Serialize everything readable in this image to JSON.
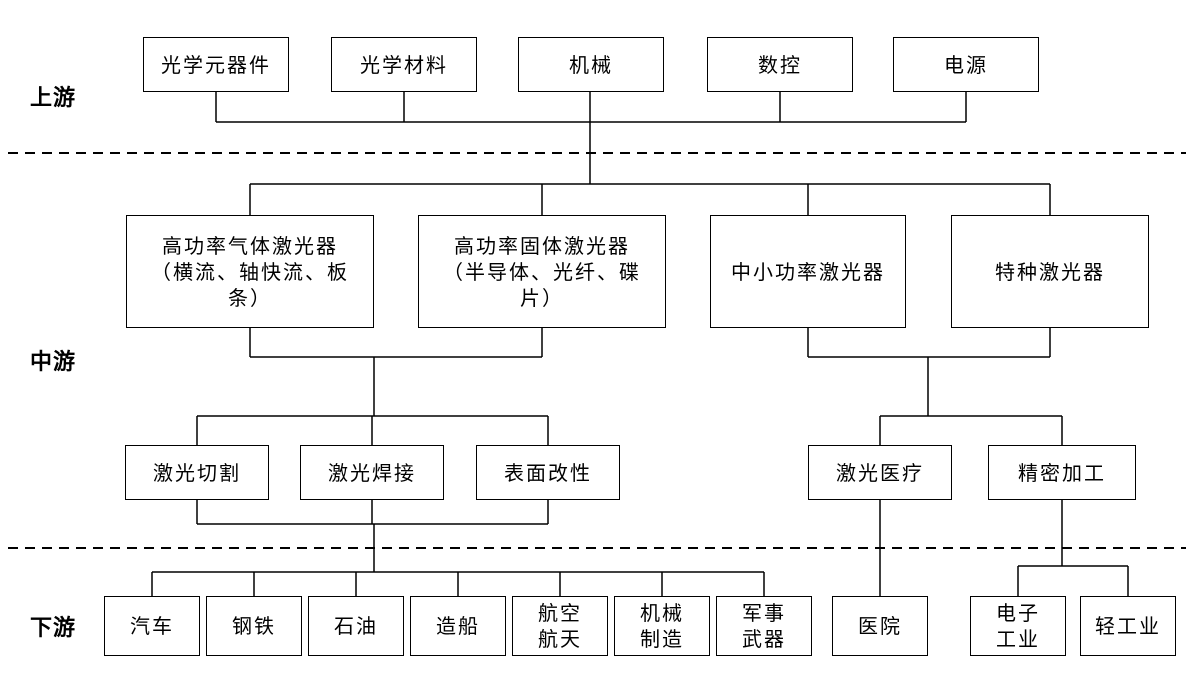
{
  "stages": {
    "upstream": "上游",
    "midstream": "中游",
    "downstream": "下游"
  },
  "upstream": [
    "光学元器件",
    "光学材料",
    "机械",
    "数控",
    "电源"
  ],
  "midstream": [
    "高功率气体激光器\n（横流、轴快流、板\n条）",
    "高功率固体激光器\n（半导体、光纤、碟\n片）",
    "中小功率激光器",
    "特种激光器"
  ],
  "applications_left": [
    "激光切割",
    "激光焊接",
    "表面改性"
  ],
  "applications_right": [
    "激光医疗",
    "精密加工"
  ],
  "downstream_left": [
    "汽车",
    "钢铁",
    "石油",
    "造船",
    "航空\n航天",
    "机械\n制造",
    "军事\n武器"
  ],
  "downstream_hospital": "医院",
  "downstream_right": [
    "电子\n工业",
    "轻工业"
  ]
}
